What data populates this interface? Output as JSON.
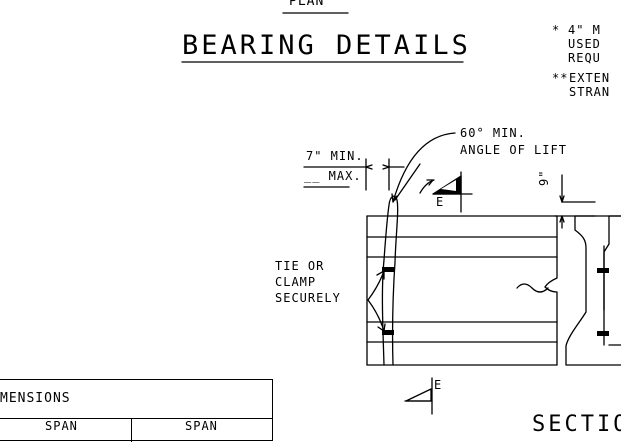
{
  "plan_label": "PLAN",
  "title": "BEARING DETAILS",
  "notes": {
    "note1_marker": "*",
    "note1_line1": "4\" M",
    "note1_line2": "USED",
    "note1_line3": "REQU",
    "note2_marker": "**",
    "note2_line1": "EXTEN",
    "note2_line2": "STRAN"
  },
  "dimensions": {
    "min_7": "7\" MIN.",
    "max": "__ MAX.",
    "nine": "9\""
  },
  "lift": {
    "line1": "60° MIN.",
    "line2": "ANGLE OF LIFT"
  },
  "section_marks": {
    "top": "E",
    "bottom": "E"
  },
  "tie_note": {
    "line1": "TIE OR",
    "line2": "CLAMP",
    "line3": "SECURELY"
  },
  "table": {
    "header": "MENSIONS",
    "col1": "SPAN",
    "col2": "SPAN"
  },
  "section_label": "SECTION"
}
